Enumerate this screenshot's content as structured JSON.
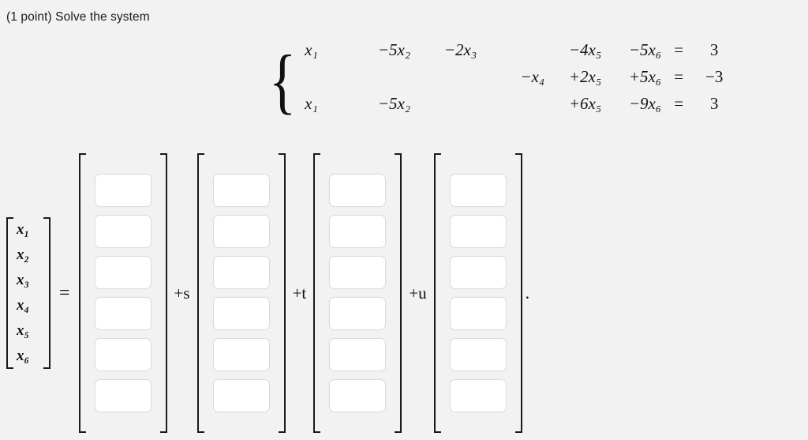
{
  "page": {
    "background_color": "#f2f2f2",
    "text_color": "#1a1a1a"
  },
  "question": {
    "header": "(1 point) Solve the system"
  },
  "equation_system": {
    "brace": "{",
    "equals_symbol": "=",
    "rows": [
      {
        "x1": "x₁",
        "x2": "−5x₂",
        "x3": "−2x₃",
        "x4": "",
        "x5": "−4x₅",
        "x6": "−5x₆",
        "eq": "=",
        "rhs": "3"
      },
      {
        "x1": "",
        "x2": "",
        "x3": "",
        "x4": "−x₄",
        "x5": "+2x₅",
        "x6": "+5x₆",
        "eq": "=",
        "rhs": "−3"
      },
      {
        "x1": "x₁",
        "x2": "−5x₂",
        "x3": "",
        "x4": "",
        "x5": "+6x₅",
        "x6": "−9x₆",
        "eq": "=",
        "rhs": "3"
      }
    ],
    "coefficient_matrix": [
      [
        1,
        -5,
        -2,
        0,
        -4,
        -5
      ],
      [
        0,
        0,
        0,
        -1,
        2,
        5
      ],
      [
        1,
        -5,
        0,
        0,
        6,
        -9
      ]
    ],
    "rhs_vector": [
      3,
      -3,
      3
    ]
  },
  "solution": {
    "equals_symbol": "=",
    "trailing_period": ".",
    "unknown_vector": {
      "label": "x-vector",
      "entries": [
        "x₁",
        "x₂",
        "x₃",
        "x₄",
        "x₅",
        "x₆"
      ]
    },
    "vectors": [
      {
        "name": "particular-solution-vector",
        "coefficient_label": "",
        "input_values": [
          "",
          "",
          "",
          "",
          "",
          ""
        ],
        "input_placeholder": ""
      },
      {
        "name": "s-parameter-vector",
        "coefficient_label": "+s",
        "input_values": [
          "",
          "",
          "",
          "",
          "",
          ""
        ],
        "input_placeholder": ""
      },
      {
        "name": "t-parameter-vector",
        "coefficient_label": "+t",
        "input_values": [
          "",
          "",
          "",
          "",
          "",
          ""
        ],
        "input_placeholder": ""
      },
      {
        "name": "u-parameter-vector",
        "coefficient_label": "+u",
        "input_values": [
          "",
          "",
          "",
          "",
          "",
          ""
        ],
        "input_placeholder": ""
      }
    ],
    "parameter_symbols": [
      "s",
      "t",
      "u"
    ],
    "input_box": {
      "fill_color": "#ffffff",
      "border_color": "#dcdcdc"
    }
  }
}
